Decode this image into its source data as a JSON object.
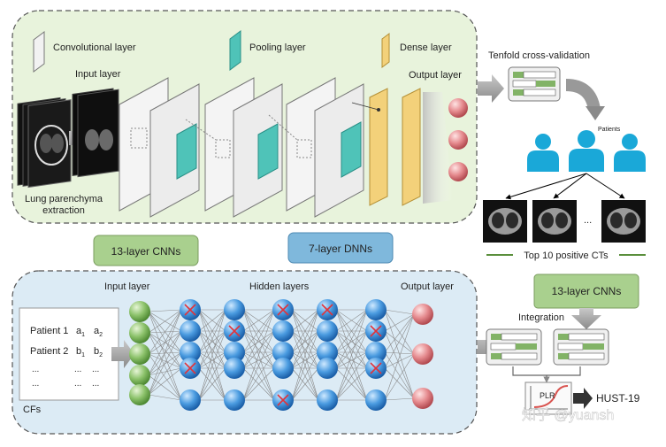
{
  "cnn_panel": {
    "legend": {
      "conv": "Convolutional layer",
      "pool": "Pooling layer",
      "dense": "Dense layer"
    },
    "input_label": "Input layer",
    "output_label": "Output layer",
    "extraction_label": [
      "Lung parenchyma",
      "extraction"
    ],
    "badge": "13-layer CNNs"
  },
  "dnn_panel": {
    "badge": "7-layer DNNs",
    "input_label": "Input layer",
    "hidden_label": "Hidden layers",
    "output_label": "Output layer",
    "cf_label": "CFs",
    "table": {
      "rows": [
        {
          "name": "Patient 1",
          "c1": "a",
          "s1": "1",
          "c2": "a",
          "s2": "2"
        },
        {
          "name": "Patient 2",
          "c1": "b",
          "s1": "1",
          "c2": "b",
          "s2": "2"
        }
      ],
      "ellipsis": "..."
    }
  },
  "right_flow": {
    "cv_label": "Tenfold cross-validation",
    "patients_label": "Patients",
    "top_ct_label": "Top 10 positive CTs",
    "cnn_box": "13-layer CNNs",
    "integration_label": "Integration",
    "plr_label": "PLR",
    "result_label": "HUST-19"
  },
  "watermark": "知乎 @yuansh",
  "colors": {
    "panel_green": "#e8f3dc",
    "panel_blue": "#dcebf5",
    "badge_green": "#a9d08e",
    "badge_blue": "#7fb8dc",
    "node_green": "#82b366",
    "node_blue": "#3d8fd6",
    "node_pink": "#d9747a",
    "pool_teal": "#4fc3b8",
    "dense_yellow": "#f3d17a",
    "patient_cyan": "#1aa8d8"
  }
}
